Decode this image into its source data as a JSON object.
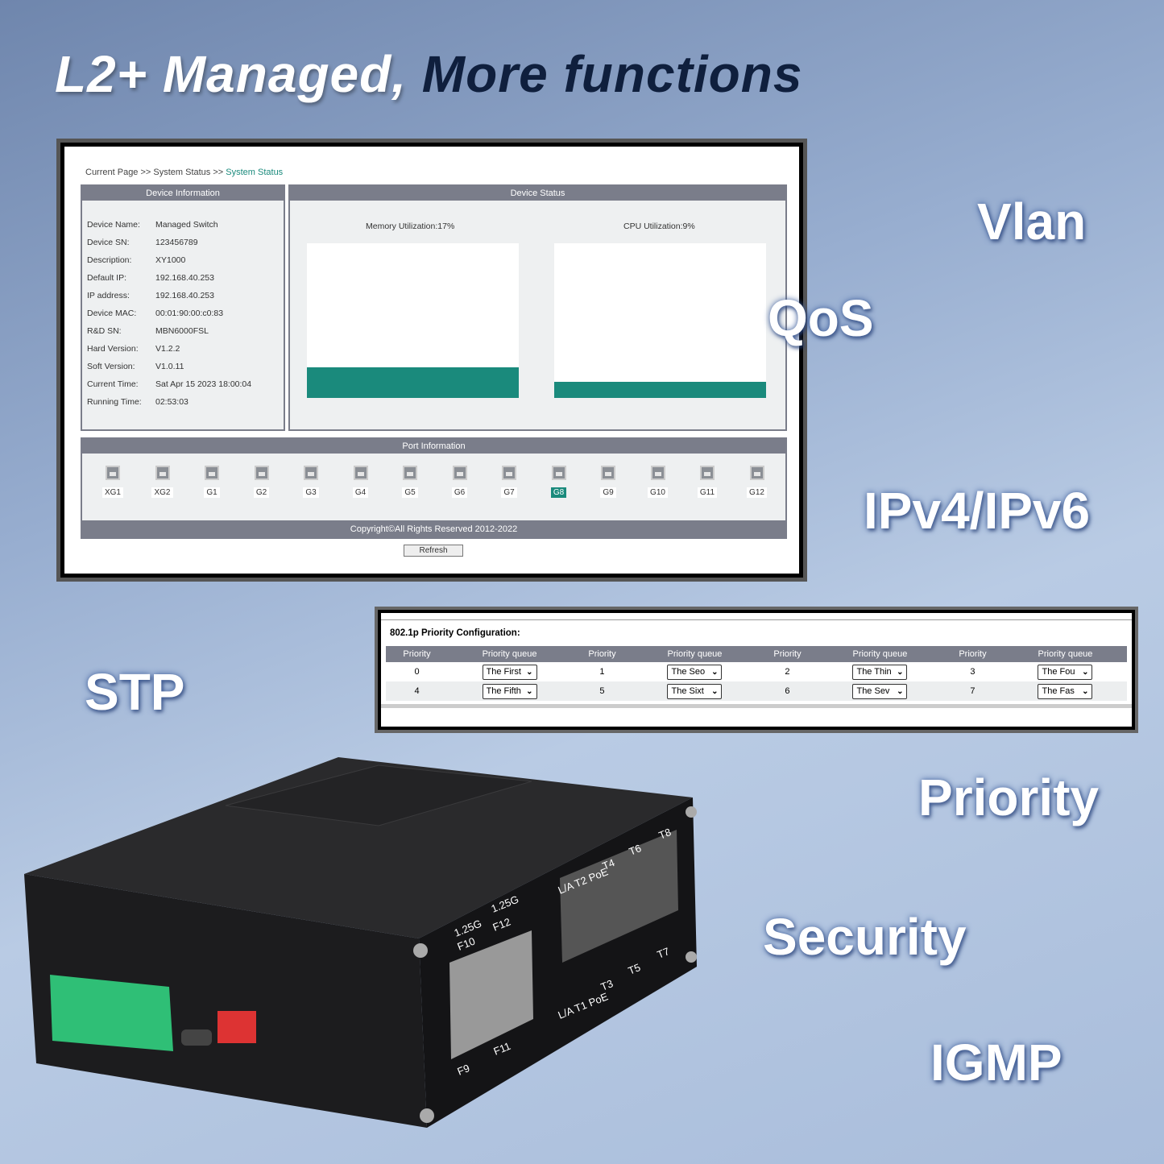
{
  "headline": {
    "part1": "L2+ Managed,",
    "part2": "More functions"
  },
  "features": [
    "Vlan",
    "QoS",
    "IPv4/IPv6",
    "STP",
    "Priority",
    "Security",
    "IGMP"
  ],
  "status_page": {
    "breadcrumb": {
      "prefix": "Current Page >> System Status >> ",
      "current": "System Status"
    },
    "device_info": {
      "title": "Device Information",
      "rows": [
        {
          "label": "Device Name:",
          "value": "Managed Switch"
        },
        {
          "label": "Device SN:",
          "value": "123456789"
        },
        {
          "label": "Description:",
          "value": "XY1000"
        },
        {
          "label": "Default   IP:",
          "value": "192.168.40.253"
        },
        {
          "label": "IP address:",
          "value": "192.168.40.253"
        },
        {
          "label": "Device MAC:",
          "value": "00:01:90:00:c0:83"
        },
        {
          "label": "R&D SN:",
          "value": "MBN6000FSL"
        },
        {
          "label": "Hard Version:",
          "value": "V1.2.2"
        },
        {
          "label": "Soft Version:",
          "value": "V1.0.11"
        },
        {
          "label": "Current Time:",
          "value": "Sat Apr 15 2023 18:00:04"
        },
        {
          "label": "Running Time:",
          "value": "02:53:03"
        }
      ]
    },
    "device_status": {
      "title": "Device Status",
      "memory": {
        "label": "Memory Utilization:17%",
        "percent": 17
      },
      "cpu": {
        "label": "CPU Utilization:9%",
        "percent": 9
      },
      "fill_color": "#1a8a7c"
    },
    "port_info": {
      "title": "Port Information",
      "selected": "G8",
      "ports": [
        "XG1",
        "XG2",
        "G1",
        "G2",
        "G3",
        "G4",
        "G5",
        "G6",
        "G7",
        "G8",
        "G9",
        "G10",
        "G11",
        "G12"
      ]
    },
    "copyright": "Copyright©All Rights Reserved 2012-2022",
    "refresh_label": "Refresh"
  },
  "priority_page": {
    "title": "802.1p Priority Configuration:",
    "headers": [
      "Priority",
      "Priority queue",
      "Priority",
      "Priority queue",
      "Priority",
      "Priority queue",
      "Priority",
      "Priority queue"
    ],
    "rows": [
      [
        {
          "p": "0",
          "q": "The First"
        },
        {
          "p": "1",
          "q": "The Seo"
        },
        {
          "p": "2",
          "q": "The Thin"
        },
        {
          "p": "3",
          "q": "The Fou"
        }
      ],
      [
        {
          "p": "4",
          "q": "The Fifth"
        },
        {
          "p": "5",
          "q": "The Sixt"
        },
        {
          "p": "6",
          "q": "The Sev"
        },
        {
          "p": "7",
          "q": "The Fas"
        }
      ]
    ]
  },
  "device_labels": [
    "1.25G",
    "F10",
    "1.25G",
    "F12",
    "L/A T2 PoE",
    "T4",
    "T6",
    "T8",
    "T7",
    "T5",
    "T3",
    "L/A T1 PoE",
    "F9",
    "F11"
  ]
}
